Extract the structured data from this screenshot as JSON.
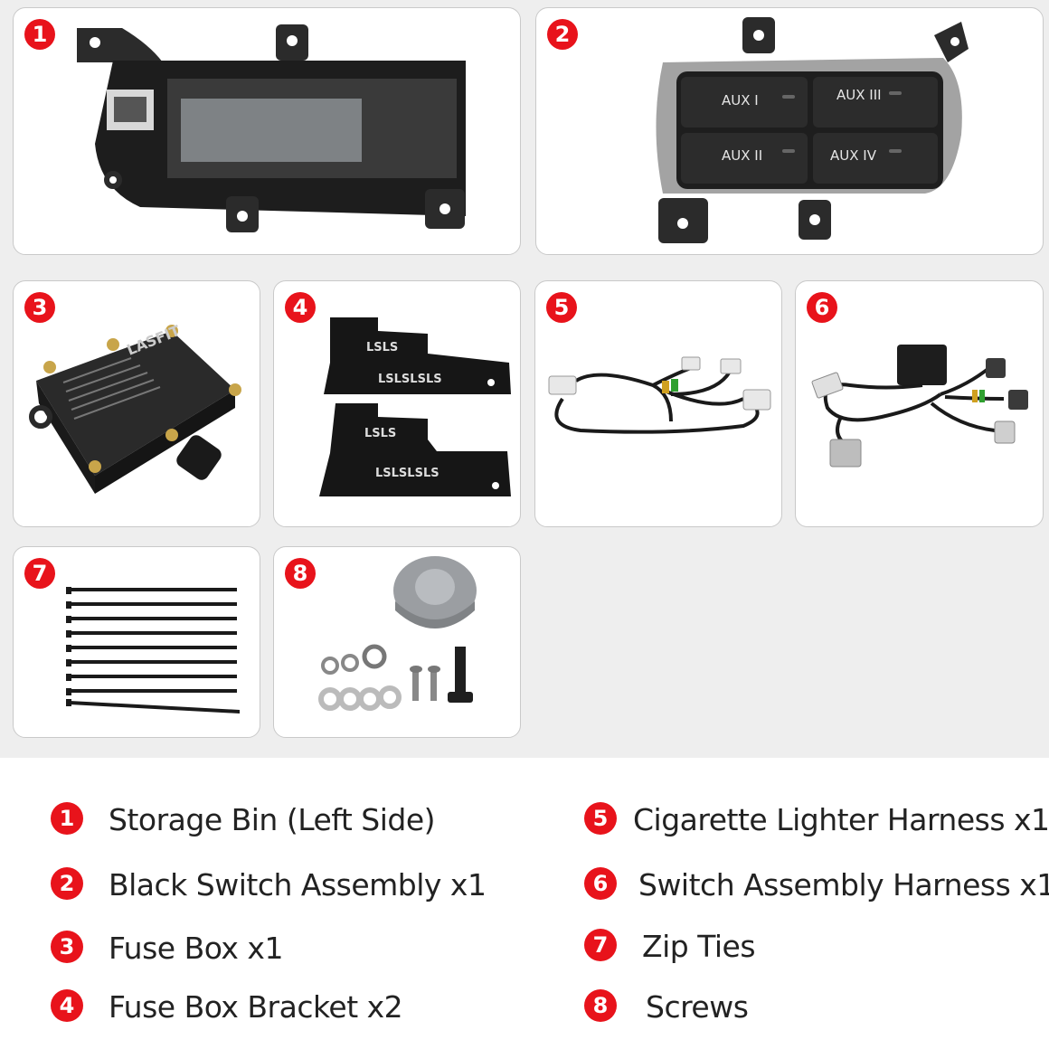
{
  "items": [
    {
      "number": "1",
      "label": "Storage Bin (Left Side)",
      "product": "storage-bin"
    },
    {
      "number": "2",
      "label": "Black Switch Assembly x1",
      "product": "switch-assembly",
      "switch_labels": [
        "AUX I",
        "AUX III",
        "AUX II",
        "AUX IV"
      ]
    },
    {
      "number": "3",
      "label": "Fuse Box x1",
      "product": "fuse-box",
      "brand": "LASFIT"
    },
    {
      "number": "4",
      "label": "Fuse Box Bracket x2",
      "product": "fuse-box-bracket",
      "bracket_marks": [
        "LSLS",
        "LSLSLSLS"
      ]
    },
    {
      "number": "5",
      "label": "Cigarette Lighter Harness x1",
      "product": "cigarette-lighter-harness"
    },
    {
      "number": "6",
      "label": "Switch Assembly Harness x1",
      "product": "switch-assembly-harness"
    },
    {
      "number": "7",
      "label": "Zip Ties",
      "product": "zip-ties"
    },
    {
      "number": "8",
      "label": "Screws",
      "product": "screws"
    }
  ],
  "colors": {
    "badge": "#e8131b",
    "panel_bg": "#eeeeee",
    "card_bg": "#ffffff",
    "text": "#222222"
  }
}
